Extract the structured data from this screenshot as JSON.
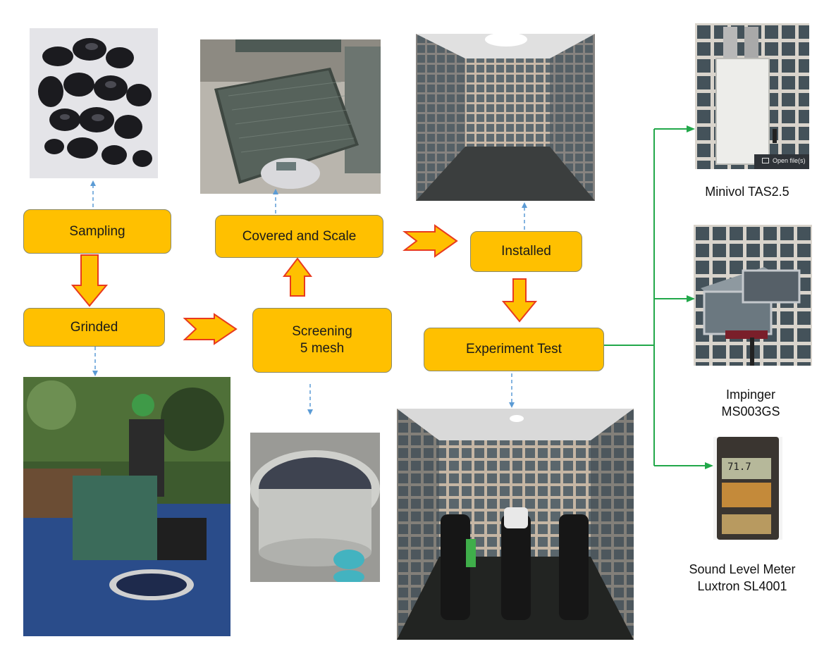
{
  "steps": {
    "sampling": "Sampling",
    "grinded": "Grinded",
    "covered": "Covered and Scale",
    "screening_line1": "Screening",
    "screening_line2": "5 mesh",
    "installed": "Installed",
    "experiment": "Experiment Test"
  },
  "instruments": {
    "minivol": "Minivol TAS2.5",
    "impinger_line1": "Impinger",
    "impinger_line2": "MS003GS",
    "slm_line1": "Sound Level Meter",
    "slm_line2": "Luxtron SL4001"
  },
  "photo_captions": {
    "open_file": "Open file(s)",
    "meter_display": "71.7"
  },
  "colors": {
    "box_fill": "#FFC000",
    "arrow_fill": "#FFC000",
    "arrow_stroke": "#E83A1E",
    "dashed_arrow": "#5B9BD5",
    "branch_line": "#22A84A"
  }
}
